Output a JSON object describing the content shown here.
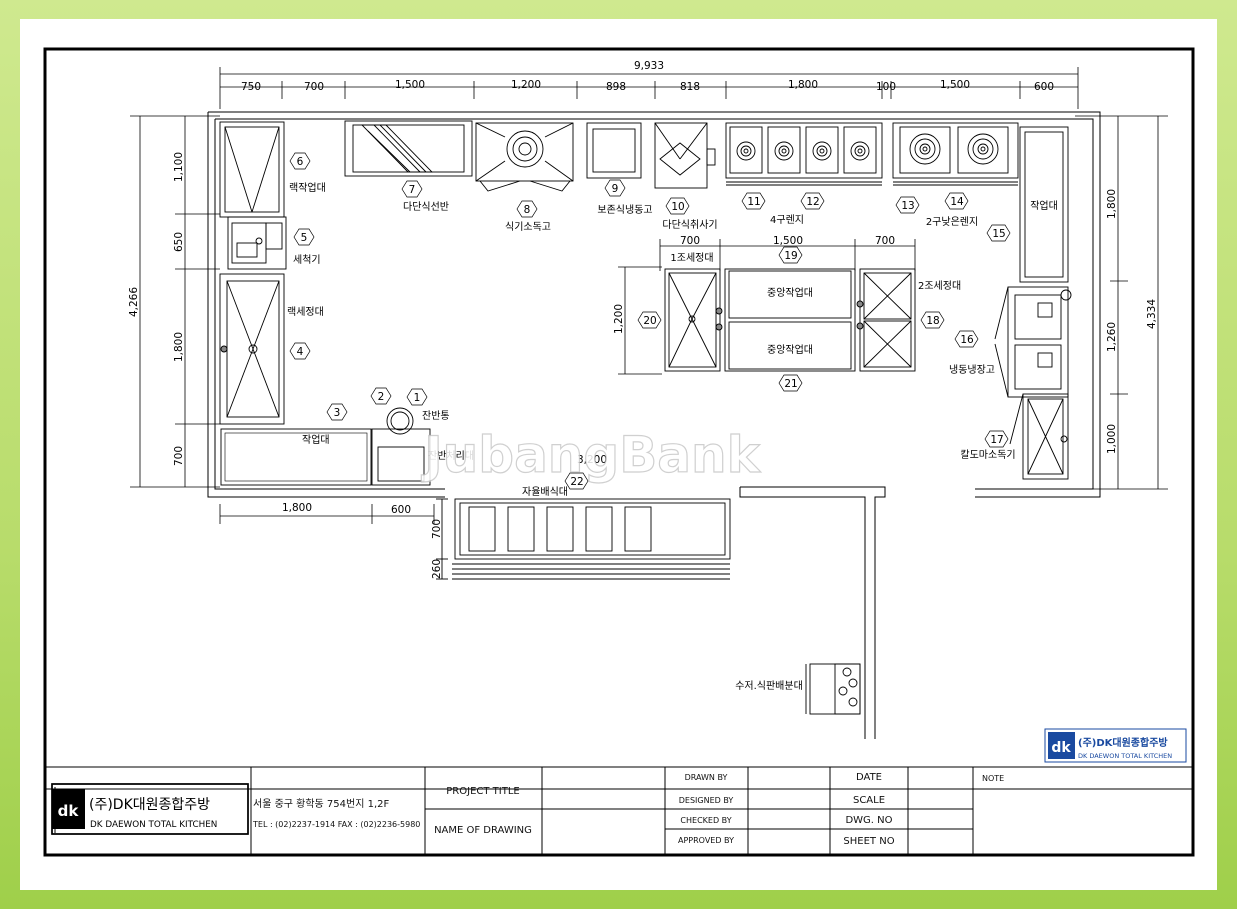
{
  "dimensions": {
    "total_width": "9,933",
    "top": [
      "750",
      "700",
      "1,500",
      "1,200",
      "898",
      "818",
      "1,800",
      "100",
      "1,500",
      "600"
    ],
    "left": [
      "1,100",
      "650",
      "1,800",
      "700"
    ],
    "left_total": "4,266",
    "right": [
      "1,800",
      "1,260",
      "1,000"
    ],
    "right_total": "4,334",
    "bottom": [
      "1,800",
      "600"
    ],
    "center_top": [
      "700",
      "1,500",
      "700"
    ],
    "center_left": "1,200",
    "counter_width": "3,200",
    "counter_side": [
      "700",
      "260"
    ]
  },
  "items": [
    {
      "num": "1",
      "label": "잔반통"
    },
    {
      "num": "2",
      "label": ""
    },
    {
      "num": "3",
      "label": "잔반처리대"
    },
    {
      "num": "4",
      "label": "랙세정대"
    },
    {
      "num": "5",
      "label": "세척기"
    },
    {
      "num": "6",
      "label": "랙작업대"
    },
    {
      "num": "7",
      "label": "다단식선반"
    },
    {
      "num": "8",
      "label": "식기소독고"
    },
    {
      "num": "9",
      "label": "보존식냉동고"
    },
    {
      "num": "10",
      "label": "다단식취사기"
    },
    {
      "num": "11",
      "label": "4구렌지"
    },
    {
      "num": "12",
      "label": ""
    },
    {
      "num": "13",
      "label": "2구낮은렌지"
    },
    {
      "num": "14",
      "label": ""
    },
    {
      "num": "15",
      "label": "작업대"
    },
    {
      "num": "16",
      "label": "냉동냉장고"
    },
    {
      "num": "17",
      "label": "칼도마소독기"
    },
    {
      "num": "18",
      "label": "2조세정대"
    },
    {
      "num": "19",
      "label": "1조세정대"
    },
    {
      "num": "20",
      "label": ""
    },
    {
      "num": "21",
      "label": "중앙작업대"
    },
    {
      "num": "22",
      "label": "자율배식대"
    }
  ],
  "extra_labels": {
    "workbench_3": "작업대",
    "center_workbench_2": "중앙작업대",
    "cutlery_stand": "수저.식판배분대"
  },
  "watermark": "JubangBank",
  "company": {
    "name_kr": "(주)DK대원종합주방",
    "name_en": "DK DAEWON TOTAL KITCHEN",
    "address": "서울 중구 황학동 754번지 1,2F",
    "contact": "TEL : (02)2237-1914   FAX : (02)2236-5980",
    "logo_text": "dk"
  },
  "title_block": {
    "project_title": "PROJECT TITLE",
    "name_of_drawing": "NAME OF DRAWING",
    "drawn_by": "DRAWN BY",
    "designed_by": "DESIGNED BY",
    "checked_by": "CHECKED BY",
    "approved_by": "APPROVED BY",
    "date": "DATE",
    "scale": "SCALE",
    "dwg_no": "DWG. NO",
    "sheet_no": "SHEET NO",
    "note": "NOTE"
  },
  "colors": {
    "frame_green": "#b8dc6b",
    "logo_blue": "#1a4aa0",
    "line": "#000000"
  }
}
